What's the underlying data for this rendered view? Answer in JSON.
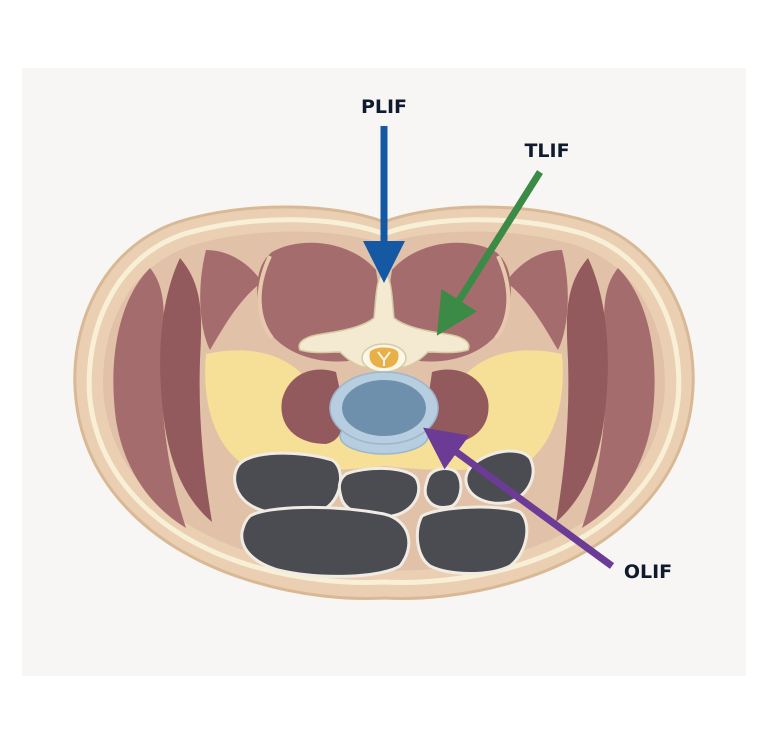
{
  "labels": {
    "plif": "PLIF",
    "tlif": "TLIF",
    "olif": "OLIF"
  },
  "colors": {
    "background": "#ffffff",
    "panel": "#f7f6f4",
    "skin": "#ebcfb3",
    "skin_outline": "#d9b896",
    "subcutaneous": "#f8efd7",
    "fascia": "#e1c1a8",
    "muscle": "#a56c6e",
    "muscle_dark": "#935a5e",
    "fat": "#f6df97",
    "bone": "#f3ead1",
    "bone_outline": "#d8c9a2",
    "spinal_cord": "#e9b04a",
    "disc_annulus": "#b7cde0",
    "disc_nucleus": "#6f90ad",
    "bowel": "#4a4c52",
    "bowel_outline": "#f1ece3",
    "plif_arrow": "#1559a5",
    "tlif_arrow": "#3b8a45",
    "olif_arrow": "#6b3b95",
    "label_text": "#101a2e"
  }
}
